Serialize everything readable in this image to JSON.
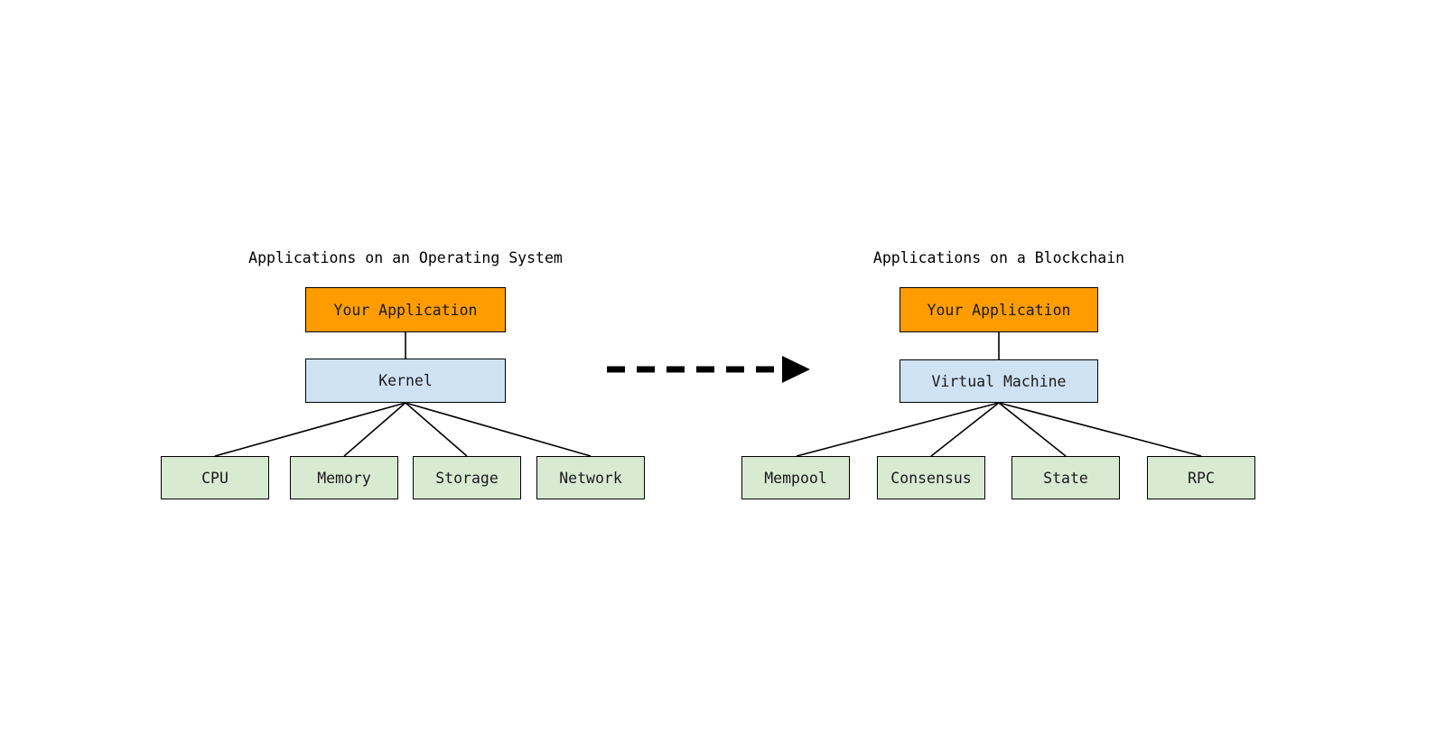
{
  "diagram": {
    "title_left": "Applications on an Operating System",
    "title_right": "Applications on a Blockchain",
    "colors": {
      "application": "#FF9D00",
      "kernel": "#CFE2F3",
      "leaf": "#D9EAD3",
      "stroke": "#000000",
      "background": "#FFFFFF"
    },
    "left_panel": {
      "title": "Applications on an Operating System",
      "application": {
        "label": "Your Application"
      },
      "middle": {
        "label": "Kernel"
      },
      "leaves": [
        {
          "label": "CPU"
        },
        {
          "label": "Memory"
        },
        {
          "label": "Storage"
        },
        {
          "label": "Network"
        }
      ]
    },
    "right_panel": {
      "title": "Applications on a Blockchain",
      "application": {
        "label": "Your Application"
      },
      "middle": {
        "label": "Virtual Machine"
      },
      "leaves": [
        {
          "label": "Mempool"
        },
        {
          "label": "Consensus"
        },
        {
          "label": "State"
        },
        {
          "label": "RPC"
        }
      ]
    },
    "connector": {
      "style": "dashed-arrow",
      "direction": "left-to-right"
    }
  }
}
